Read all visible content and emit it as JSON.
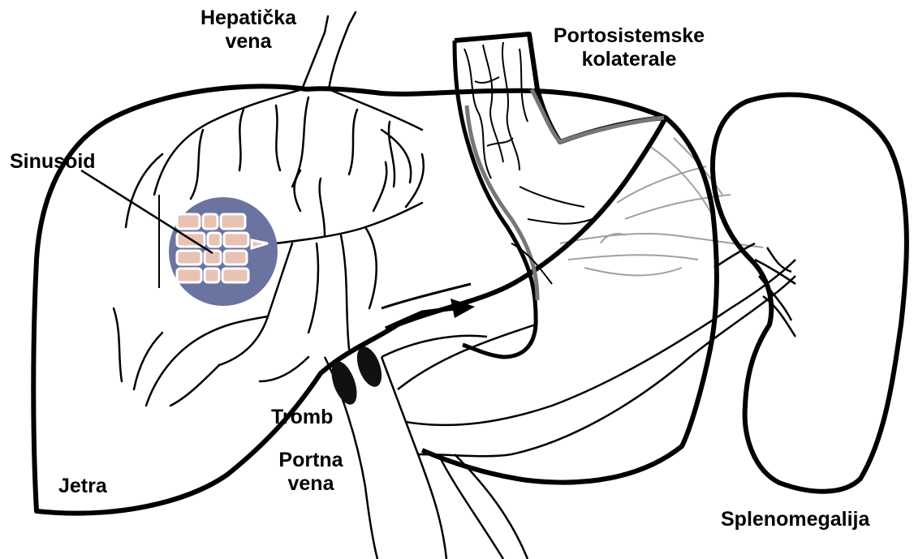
{
  "labels": {
    "hepatic_vein_line1": "Hepatička",
    "hepatic_vein_line2": "vena",
    "collaterals_line1": "Portosistemske",
    "collaterals_line2": "kolaterale",
    "sinusoid": "Sinusoid",
    "thrombus": "Tromb",
    "portal_vein_line1": "Portna",
    "portal_vein_line2": "vena",
    "liver": "Jetra",
    "splenomegaly": "Splenomegalija"
  },
  "colors": {
    "outline": "#000000",
    "sinusoid_circle": "#6b74a0",
    "sinusoid_cells": "#e8c3b3",
    "collateral_grey": "#7a7a7a",
    "background": "#ffffff"
  }
}
